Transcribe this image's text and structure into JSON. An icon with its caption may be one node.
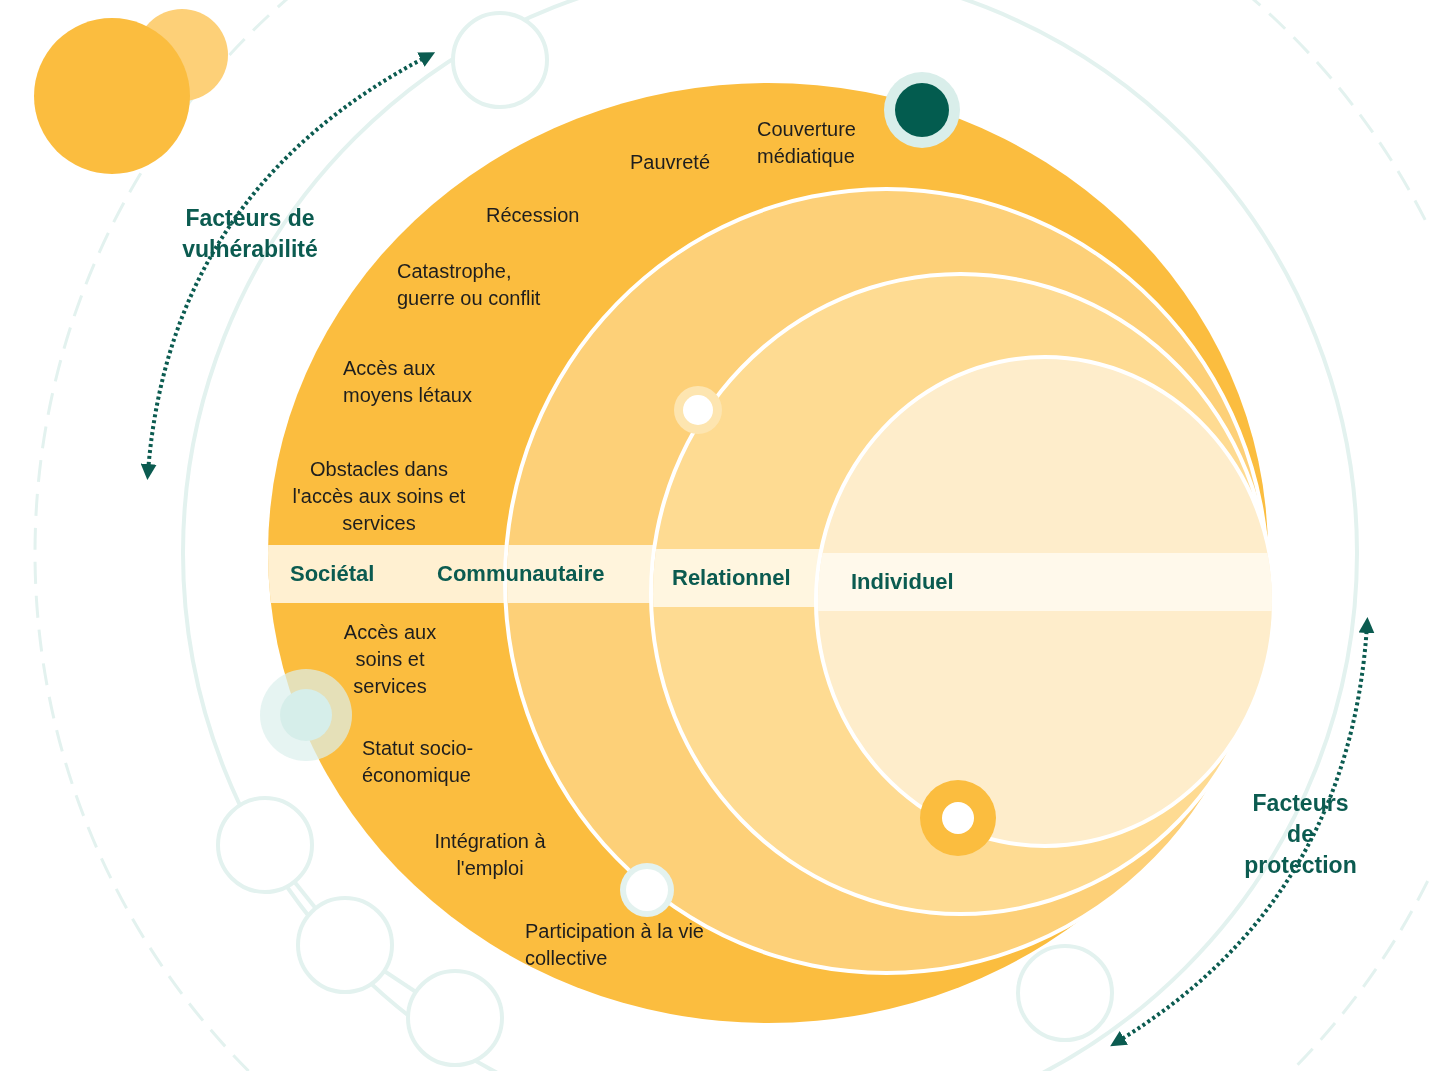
{
  "diagram": {
    "nodes": [
      {
        "text": [
          "Sociétal"
        ]
      },
      {
        "text": [
          "Communautaire"
        ],
        "in": 0
      },
      {
        "text": [
          "Relationnel"
        ],
        "in": 1
      },
      {
        "text": [
          "Individuel"
        ],
        "in": 2
      }
    ],
    "labels": [
      "Couverture médiatique",
      "Pauvreté",
      "Facteurs de vulnérabilité",
      "Récession",
      "Catastrophe, guerre ou conflit",
      "Accès aux moyens létaux",
      "Obstacles dans l'accès aux soins et services",
      "Accès aux soins et services",
      "Statut socio-économique",
      "Facteurs de protection",
      "Intégration à l'emploi",
      "Participation à la vie collective"
    ]
  }
}
